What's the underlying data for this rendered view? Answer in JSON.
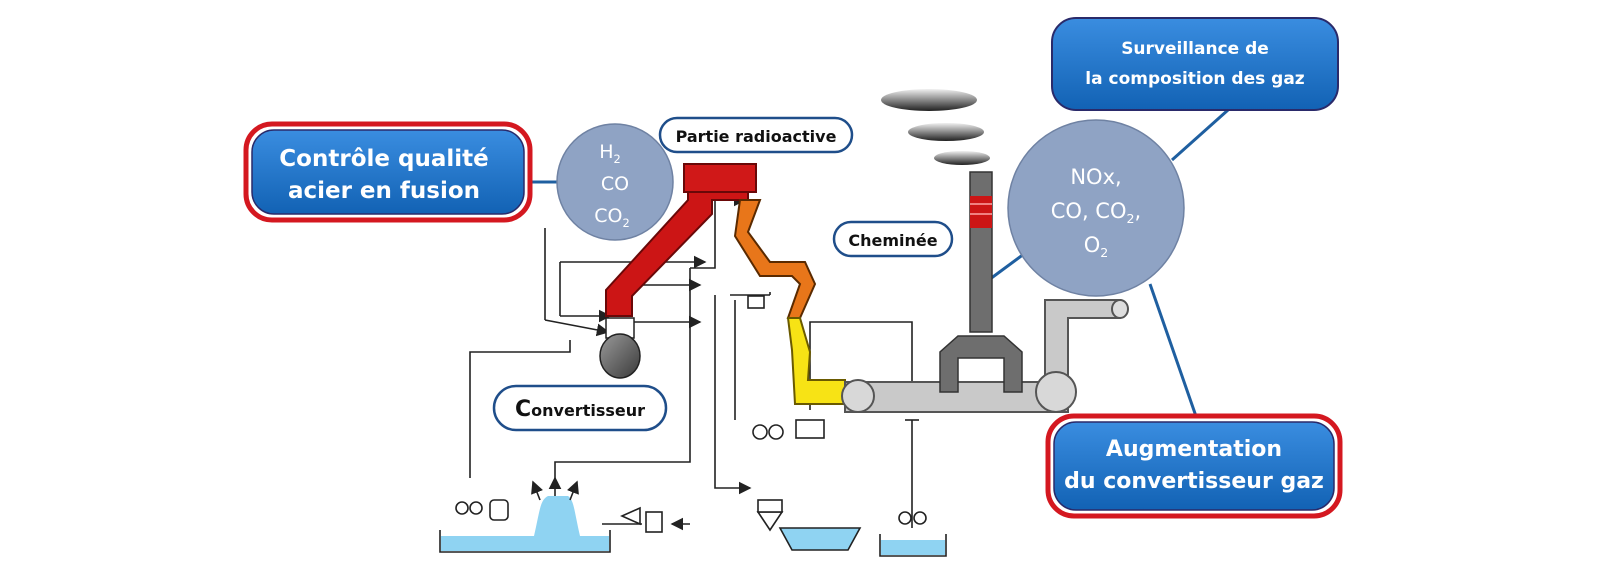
{
  "labels": {
    "controle_line1": "Contrôle qualité",
    "controle_line2": "acier en fusion",
    "surveillance_line1": "Surveillance de",
    "surveillance_line2": "la composition des gaz",
    "augmentation_line1": "Augmentation",
    "augmentation_line2": "du convertisseur gaz",
    "partie_radioactive": "Partie radioactive",
    "cheminee": "Cheminée",
    "convertisseur_initial": "C",
    "convertisseur_rest": "onvertisseur"
  },
  "gas_circle_left": {
    "line1_main": "H",
    "line1_sub": "2",
    "line2": "CO",
    "line3_main": "CO",
    "line3_sub": "2"
  },
  "gas_circle_right": {
    "line1": "NOx,",
    "line2_main": "CO, CO",
    "line2_sub": "2",
    "line2_tail": ",",
    "line3_main": "O",
    "line3_sub": "2"
  },
  "colors": {
    "blue_box": "#1f72c0",
    "blue_box_border": "#2a2a6a",
    "red_border": "#d41820",
    "circle_fill": "#8fa3c4",
    "connector_blue": "#1f5fa0",
    "duct_red": "#cc1515",
    "duct_orange": "#e8761a",
    "duct_yellow": "#f7e315",
    "pipe_gray": "#c9c9c9",
    "chimney_gray": "#6e6e6e",
    "water_blue": "#8fd3f2"
  }
}
